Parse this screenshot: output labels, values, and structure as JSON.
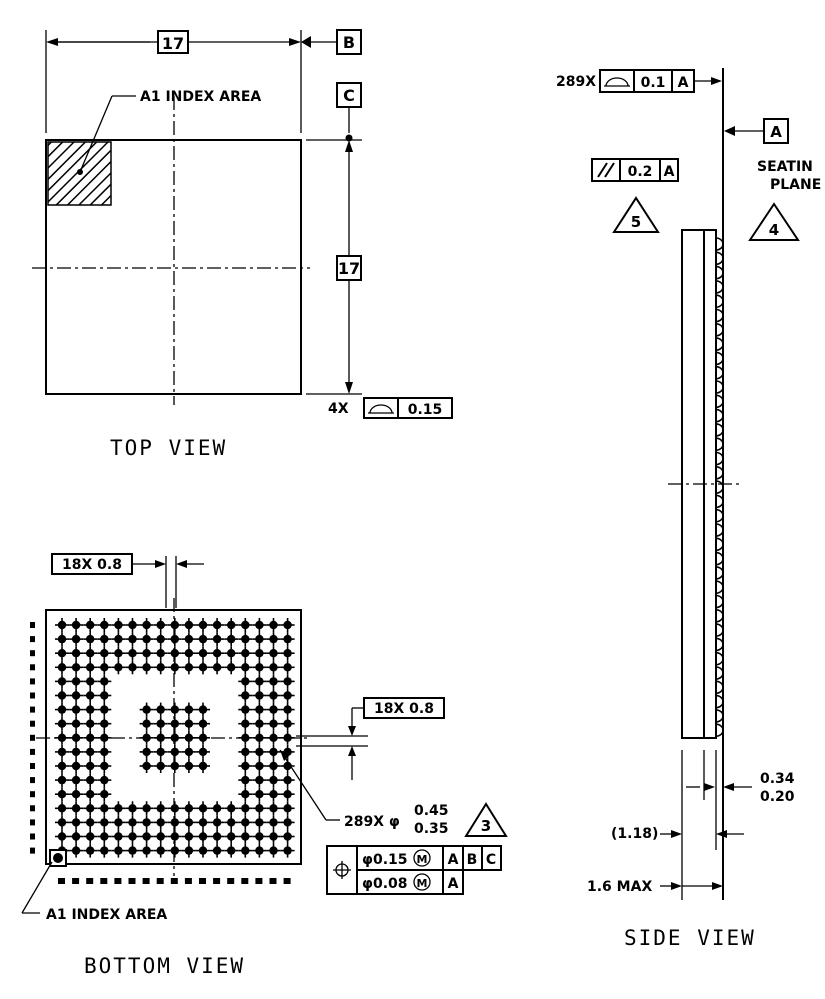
{
  "top_view": {
    "title": "TOP VIEW",
    "width_dim": "17",
    "height_dim": "17",
    "datum_b": "B",
    "datum_c": "C",
    "index_label": "A1 INDEX AREA",
    "corner_prefix": "4X",
    "corner_tol": "0.15"
  },
  "bottom_view": {
    "title": "BOTTOM VIEW",
    "pitch_x": "18X 0.8",
    "pitch_y": "18X 0.8",
    "ball_prefix": "289X φ",
    "ball_max": "0.45",
    "ball_min": "0.35",
    "ball_note": "3",
    "pos_tol_1": "φ0.15",
    "pos_tol_1_refs": [
      "A",
      "B",
      "C"
    ],
    "pos_tol_2": "φ0.08",
    "pos_tol_2_refs": [
      "A"
    ],
    "mmc_symbol": "M",
    "index_label": "A1 INDEX AREA"
  },
  "side_view": {
    "title": "SIDE VIEW",
    "coplan_prefix": "289X",
    "coplan_tol": "0.1",
    "coplan_ref": "A",
    "parallel_tol": "0.2",
    "parallel_ref": "A",
    "datum_a": "A",
    "seating_line1": "SEATIN",
    "seating_line2": "PLANE",
    "note_5": "5",
    "note_4": "4",
    "ball_height_max": "0.34",
    "ball_height_min": "0.20",
    "body_ref": "(1.18)",
    "max_height": "1.6 MAX"
  }
}
